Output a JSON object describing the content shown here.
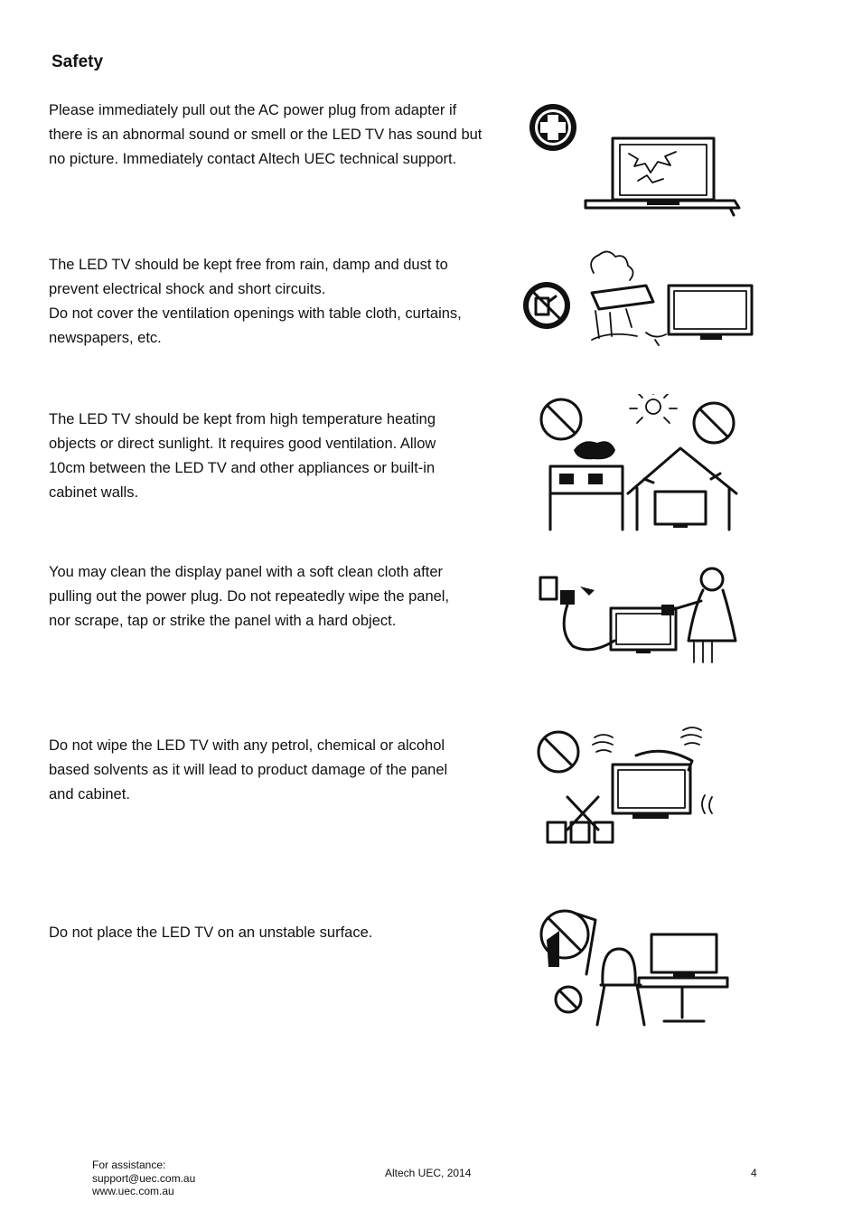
{
  "heading": "Safety",
  "paragraphs": [
    {
      "lines": [
        "Please immediately pull out the AC power plug from adapter if",
        "there is an abnormal sound or smell or the LED TV has sound but",
        "no picture.  Immediately contact Altech UEC  technical support."
      ]
    },
    {
      "lines": [
        "The LED TV should be kept free from rain, damp and dust to",
        "prevent electrical shock and short circuits.",
        "Do not cover the ventilation openings with table cloth, curtains,",
        "newspapers, etc."
      ]
    },
    {
      "lines": [
        "The LED TV should be kept from high temperature heating",
        "objects or direct sunlight.  It requires good ventilation.  Allow",
        "10cm between the LED TV and other appliances or built-in",
        "cabinet walls."
      ]
    },
    {
      "lines": [
        "You may clean the display panel with a soft clean cloth after",
        "pulling out the power plug.  Do not repeatedly wipe the panel,",
        "nor scrape, tap or strike the panel with a hard object."
      ]
    },
    {
      "lines": [
        "Do not wipe the LED TV with any petrol, chemical or alcohol",
        "based solvents as it will lead to product damage of the panel",
        "and cabinet."
      ]
    },
    {
      "lines": [
        "Do not place the LED TV on an unstable surface."
      ]
    }
  ],
  "footer": {
    "left": [
      "For assistance:",
      "support@uec.com.au",
      "www.uec.com.au"
    ],
    "center": "Altech UEC, 2014",
    "page_number": "4"
  }
}
